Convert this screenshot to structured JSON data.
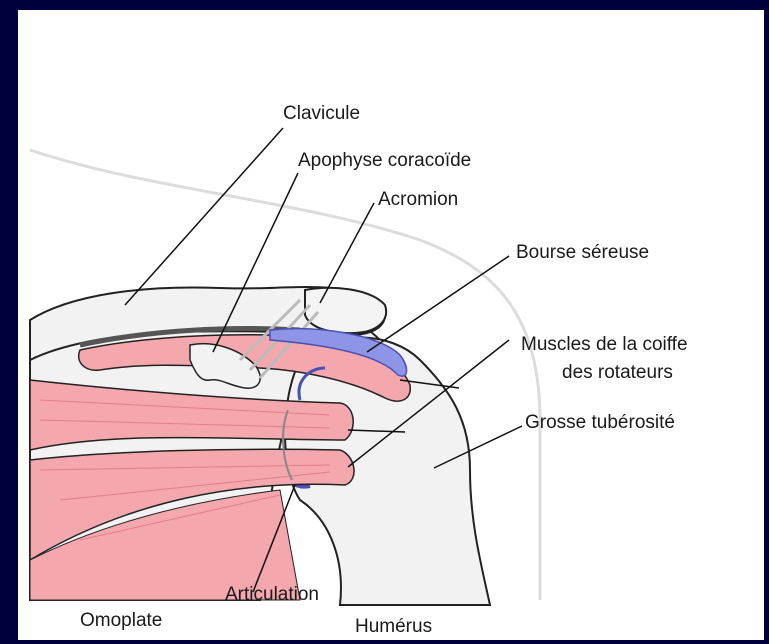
{
  "labels": {
    "clavicule": "Clavicule",
    "coracoide": "Apophyse coracoïde",
    "acromion": "Acromion",
    "bourse": "Bourse séreuse",
    "muscles_1": "Muscles de la coiffe",
    "muscles_2": "des rotateurs",
    "tuberosite": "Grosse tubérosité",
    "articulation": "Articulation",
    "omoplate": "Omoplate",
    "humerus": "Humérus"
  },
  "colors": {
    "background_frame": "#00003c",
    "panel": "#ffffff",
    "bone_fill": "#f2f2f2",
    "bone_outline": "#222222",
    "muscle_fill": "#f4a7ad",
    "muscle_dark": "#e47e89",
    "bursa_fill": "#8f95e6",
    "leader_line": "#111111"
  }
}
